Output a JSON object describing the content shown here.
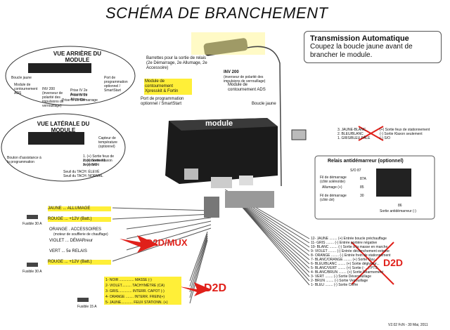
{
  "title": "SCHÉMA DE BRANCHEMENT",
  "note": {
    "heading": "Transmission Automatique",
    "body": "Coupez la boucle jaune avant de brancher le module."
  },
  "rear_view": {
    "title": "VUE ARRIÈRE DU MODULE",
    "labels": [
      "Boucle jaune",
      "Module de contournement ADS",
      "INV 200 (inverseur de polarité des impulsions de verrouillage)",
      "Prise IV 2e Accessoire",
      "Prise IV 2e Allumage",
      "Prise IV 2e Démarrage",
      "Port de programmation optionnel / SmartStart"
    ]
  },
  "side_view": {
    "title": "VUE LATÉRALE DU MODULE",
    "labels": [
      "Capteur de température (optionnel)",
      "Bouton d'assistance à la programmation",
      "1. (+) Sortie feux de stationnement",
      "2. (-) Sortie Klaxon seulement",
      "3. (-) S/O",
      "Seuil du TACH: ÉLEVÉ",
      "Seuil du TACH: NORMAL"
    ]
  },
  "top_labels": {
    "barrettes": "Barrettes pour la sortie de relais (2e Démarrage, 2e Allumage, 2e Accessoire)",
    "module_label": "Module de contournement Xpresskit & Fortin",
    "prog_port": "Port de programmation optionnel / SmartStart",
    "inv200": "INV 200",
    "inv200_sub": "(inverseur de polarité des impulsions de verrouillage)",
    "ads": "Module de contournement ADS",
    "boucle": "Boucle jaune",
    "module_text": "module"
  },
  "right_connector": [
    "3. JAUNE-BLANC",
    "2. BLEU/BLANC",
    "1. GRIS/BLEU PÂLE",
    "(+) Sortie feux de stationnement",
    "(-) Sortie Klaxon seulement",
    "(-) S/O"
  ],
  "relay": {
    "title": "Relais antidémarreur (optionnel)",
    "labels": [
      "S/O 87",
      "Fil de démarrage (côté solénoïde)",
      "87A",
      "Allumage (+)",
      "85",
      "Fil de démarrage (côté clé)",
      "30",
      "86",
      "Sortie antidémarreur (-)"
    ]
  },
  "left_wires": [
    {
      "name": "JAUNE",
      "function": "ALLUMAGE"
    },
    {
      "name": "ROUGE",
      "function": "+12V (Batt.)"
    },
    {
      "name": "ORANGE",
      "function": "ACCESSOIRES",
      "sub": "(moteur de soufflerie de chauffage)"
    },
    {
      "name": "VIOLET",
      "function": "DÉMARreur"
    },
    {
      "name": "VERT",
      "function": "5e RELAIS"
    },
    {
      "name": "ROUGE",
      "function": "+12V (Batt.)"
    }
  ],
  "fuses": [
    "Fusible 30 A",
    "Fusible 30 A",
    "Fusible 15 A"
  ],
  "d2d_mux": "D2D/MUX",
  "d2d": "D2D",
  "d2d_right": "D2D",
  "bottom_wires": [
    "1- NOIR ............... MASSE (-)",
    "2- VIOLET.......... TACHYMÈTRE (CA)",
    "3- GRIS.............. INTERR. CAPOT (-)",
    "4- ORANGE ........ INTERR. FREIN(+)",
    "5- JAUNE............ FEUX STATIONN. (+)"
  ],
  "right_wires": [
    {
      "num": "12- JAUNE",
      "function": "(+) Entrée boucle préchauffage"
    },
    {
      "num": "11- GRIS",
      "function": "(-) Entrée portière négative"
    },
    {
      "num": "10- BLANC",
      "function": "(-) Sortie à la masse en marche"
    },
    {
      "num": "9- VIOLET",
      "function": "(-) Entrée déclenchement externe"
    },
    {
      "num": "8- ORANGE",
      "function": "(-) Entrée frein de stationnement"
    },
    {
      "num": "7- BLANC/ORANGE",
      "function": "(+) Sortie Ouv..."
    },
    {
      "num": "6- BLEU/BLANC",
      "function": "(+) Sortie dégivreur..."
    },
    {
      "num": "5- BLANC/VERT",
      "function": "(+) Sortie (- ...) PTS"
    },
    {
      "num": "4- BLANC/BRUN",
      "function": "(+) Sortie Réarmement"
    },
    {
      "num": "3- VERT",
      "function": "(-) Sortie Déverrouillage"
    },
    {
      "num": "2- BRUN",
      "function": "(-) Sortie Verrouillage"
    },
    {
      "num": "1- BLEU",
      "function": "(-) Sortie Coffre"
    }
  ],
  "footer": "V2.02   FcN - 30 Mai, 2011"
}
